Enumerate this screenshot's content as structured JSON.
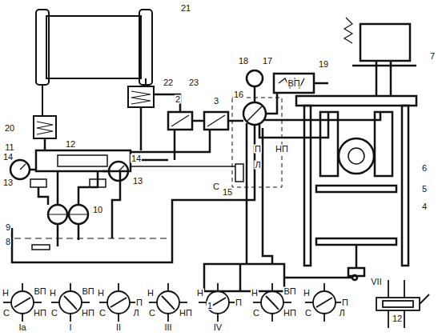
{
  "diagram": {
    "labels": [
      "21",
      "20",
      "22",
      "2",
      "23",
      "3",
      "11",
      "12",
      "14",
      "13",
      "14",
      "13",
      "10",
      "9",
      "8",
      "15",
      "18",
      "17",
      "16",
      "19",
      "ВП",
      "П",
      "НП",
      "Л",
      "С",
      "7",
      "6",
      "5",
      "4",
      "1",
      "Н",
      "ВП",
      "С",
      "НП",
      "Iа",
      "Н",
      "ВП",
      "С",
      "НП",
      "I",
      "Н",
      "П",
      "С",
      "Л",
      "II",
      "Н",
      "С",
      "НП",
      "III",
      "Н",
      "П",
      "IV",
      "Н",
      "ВП",
      "С",
      "НП",
      "Н",
      "П",
      "С",
      "Л",
      "VII",
      "12"
    ]
  }
}
